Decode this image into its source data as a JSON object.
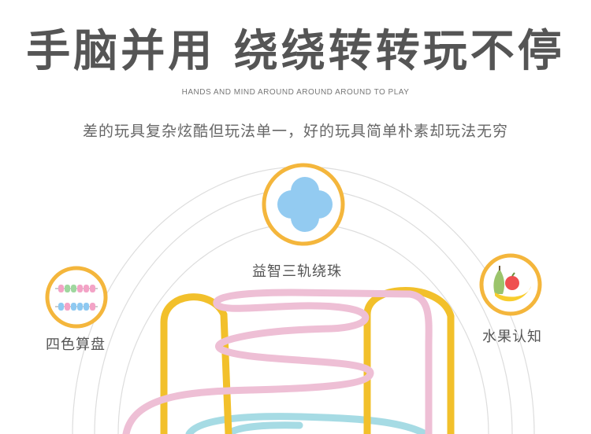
{
  "headline": "手脑并用 绕绕转转玩不停",
  "subheadline_en": "HANDS AND MIND AROUND AROUND AROUND TO PLAY",
  "tagline": "差的玩具复杂炫酷但玩法单一，好的玩具简单朴素却玩法无穷",
  "features": [
    {
      "label": "益智三轨绕珠",
      "icon": "flower-icon"
    },
    {
      "label": "四色算盘",
      "icon": "abacus-icon"
    },
    {
      "label": "水果认知",
      "icon": "fruit-icon"
    }
  ],
  "colors": {
    "headline": "#555555",
    "badge_ring": "#f4b63c",
    "flower": "#8ec9f1",
    "wire_yellow": "#f2c02b",
    "wire_pink": "#eebfd5",
    "wire_teal": "#a6dbe4",
    "arc_lines": "#d9d9d9"
  }
}
